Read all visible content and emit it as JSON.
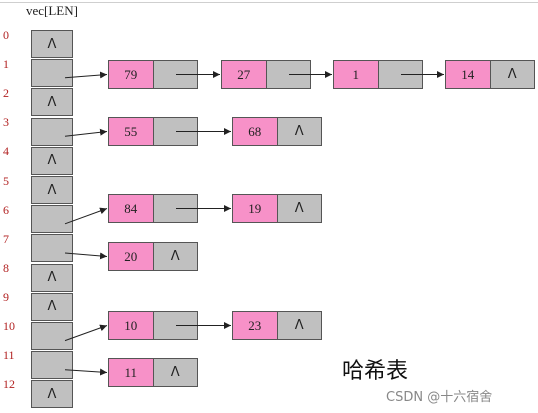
{
  "title": "vec[LEN]",
  "caption": "哈希表",
  "watermark": "CSDN @十六宿舍",
  "null_symbol": "Λ",
  "colors": {
    "node_value": "#f791c8",
    "node_pointer": "#c0c0c0",
    "index": "#b22222",
    "arrow": "#222222"
  },
  "slots": [
    {
      "index": "0",
      "chain": []
    },
    {
      "index": "1",
      "chain": [
        "79",
        "27",
        "1",
        "14"
      ]
    },
    {
      "index": "2",
      "chain": []
    },
    {
      "index": "3",
      "chain": [
        "55",
        "68"
      ]
    },
    {
      "index": "4",
      "chain": []
    },
    {
      "index": "5",
      "chain": []
    },
    {
      "index": "6",
      "chain": [
        "84",
        "19"
      ]
    },
    {
      "index": "7",
      "chain": [
        "20"
      ]
    },
    {
      "index": "8",
      "chain": []
    },
    {
      "index": "9",
      "chain": []
    },
    {
      "index": "10",
      "chain": [
        "10",
        "23"
      ]
    },
    {
      "index": "11",
      "chain": [
        "11"
      ]
    },
    {
      "index": "12",
      "chain": []
    }
  ]
}
